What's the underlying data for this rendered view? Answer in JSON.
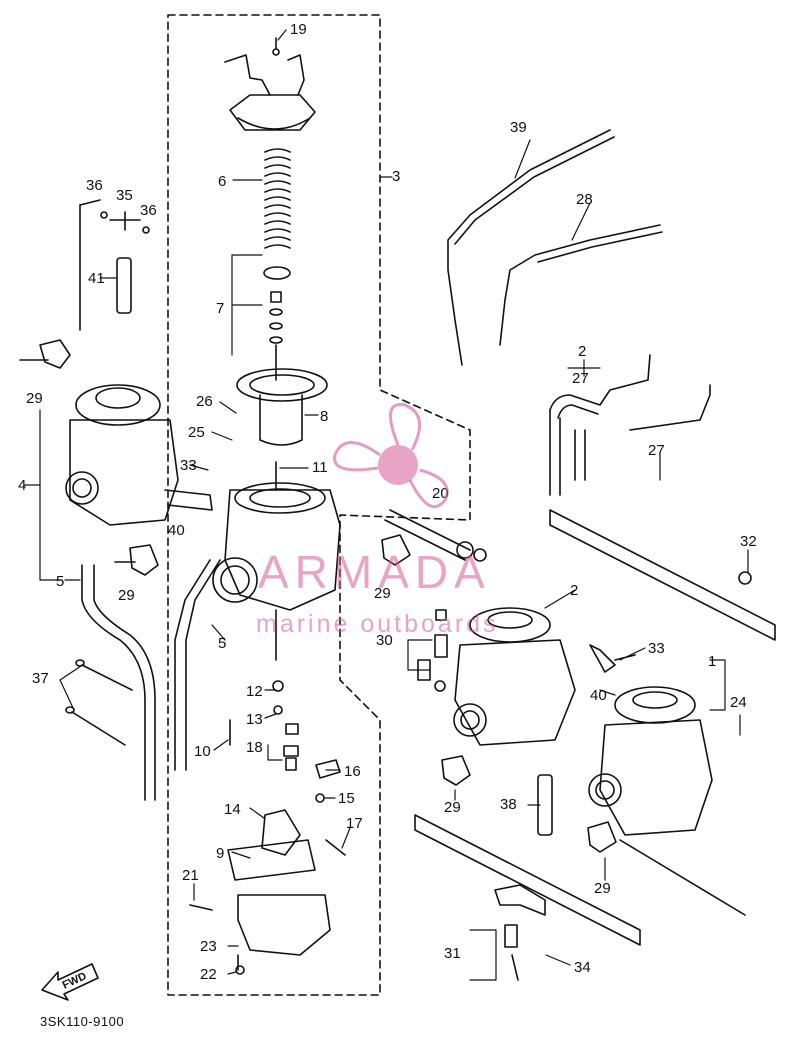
{
  "diagram": {
    "callouts": [
      "19",
      "6",
      "3",
      "7",
      "8",
      "11",
      "26",
      "25",
      "33",
      "20",
      "36",
      "35",
      "36",
      "41",
      "29",
      "4",
      "40",
      "29",
      "5",
      "37",
      "39",
      "28",
      "2",
      "27",
      "27",
      "32",
      "2",
      "30",
      "33",
      "1",
      "24",
      "40",
      "29",
      "38",
      "29",
      "12",
      "13",
      "10",
      "18",
      "5",
      "16",
      "15",
      "14",
      "17",
      "9",
      "21",
      "23",
      "22",
      "31",
      "34",
      "29"
    ],
    "part_code": "3SK110-9100",
    "fwd_label": "FWD"
  },
  "watermark": {
    "brand": "ARMADA",
    "tagline": "marine outboards",
    "color": "#d65a96"
  }
}
